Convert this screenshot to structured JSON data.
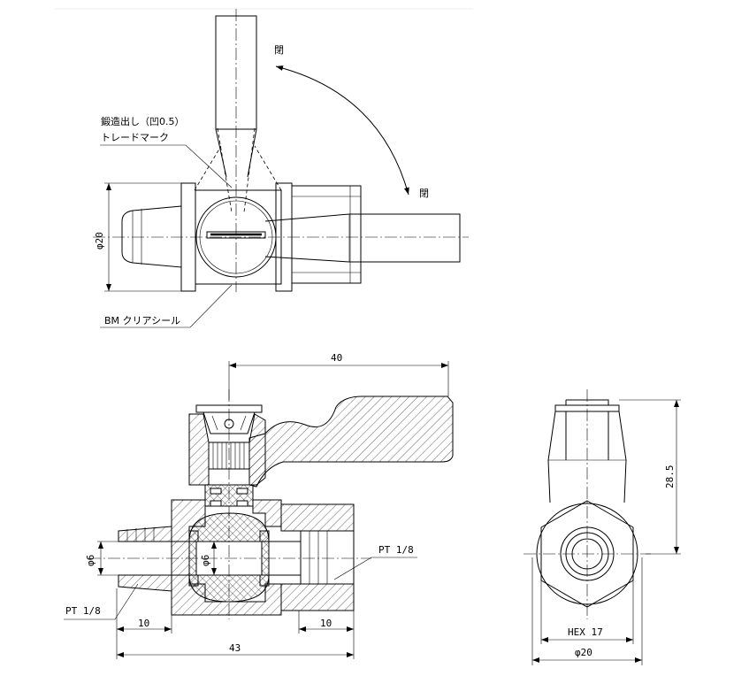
{
  "top_view": {
    "label_closed_top": "閉",
    "label_closed_right": "閉",
    "label_forging": "鍛造出し（凹0.5）",
    "label_trademark": "トレードマーク",
    "label_dia": "φ20",
    "label_seal": "BM クリアシール"
  },
  "front_view": {
    "dim_handle": "40",
    "dim_inner_dia_left": "φ6",
    "dim_inner_dia_center": "φ6",
    "label_pt_right": "PT 1/8",
    "label_pt_left": "PT 1/8",
    "dim_left_thread": "10",
    "dim_right_thread": "10",
    "dim_total": "43"
  },
  "side_view": {
    "dim_height": "28.5",
    "label_hex": "HEX 17",
    "dim_dia": "φ20"
  }
}
